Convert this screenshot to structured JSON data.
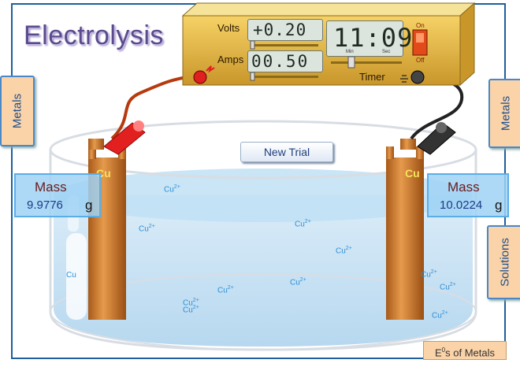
{
  "app": {
    "title": "Electrolysis"
  },
  "power_supply": {
    "volts_label": "Volts",
    "volts_value": "+0.20",
    "amps_label": "Amps",
    "amps_value": "00.50",
    "timer_value": "11:09",
    "timer_min_label": "Min",
    "timer_sec_label": "Sec",
    "timer_label": "Timer",
    "power_on_label": "On",
    "power_off_label": "Off"
  },
  "buttons": {
    "new_trial": "New Trial",
    "e0_main": "E",
    "e0_sup": "0",
    "e0_rest": "s of Metals"
  },
  "tabs": {
    "left_metals": "Metals",
    "right_metals": "Metals",
    "solutions": "Solutions"
  },
  "left_electrode": {
    "label": "Cu",
    "mass_label": "Mass",
    "mass_value": "9.9776",
    "mass_unit": "g"
  },
  "right_electrode": {
    "label": "Cu",
    "mass_label": "Mass",
    "mass_value": "10.0224",
    "mass_unit": "g"
  },
  "ions": {
    "base": "Cu",
    "charge": "2+"
  },
  "colors": {
    "frame": "#1f5f9c",
    "tab_fill": "#fbd3a8",
    "solution": "#a9d3ef",
    "copper": "#c9772b"
  }
}
